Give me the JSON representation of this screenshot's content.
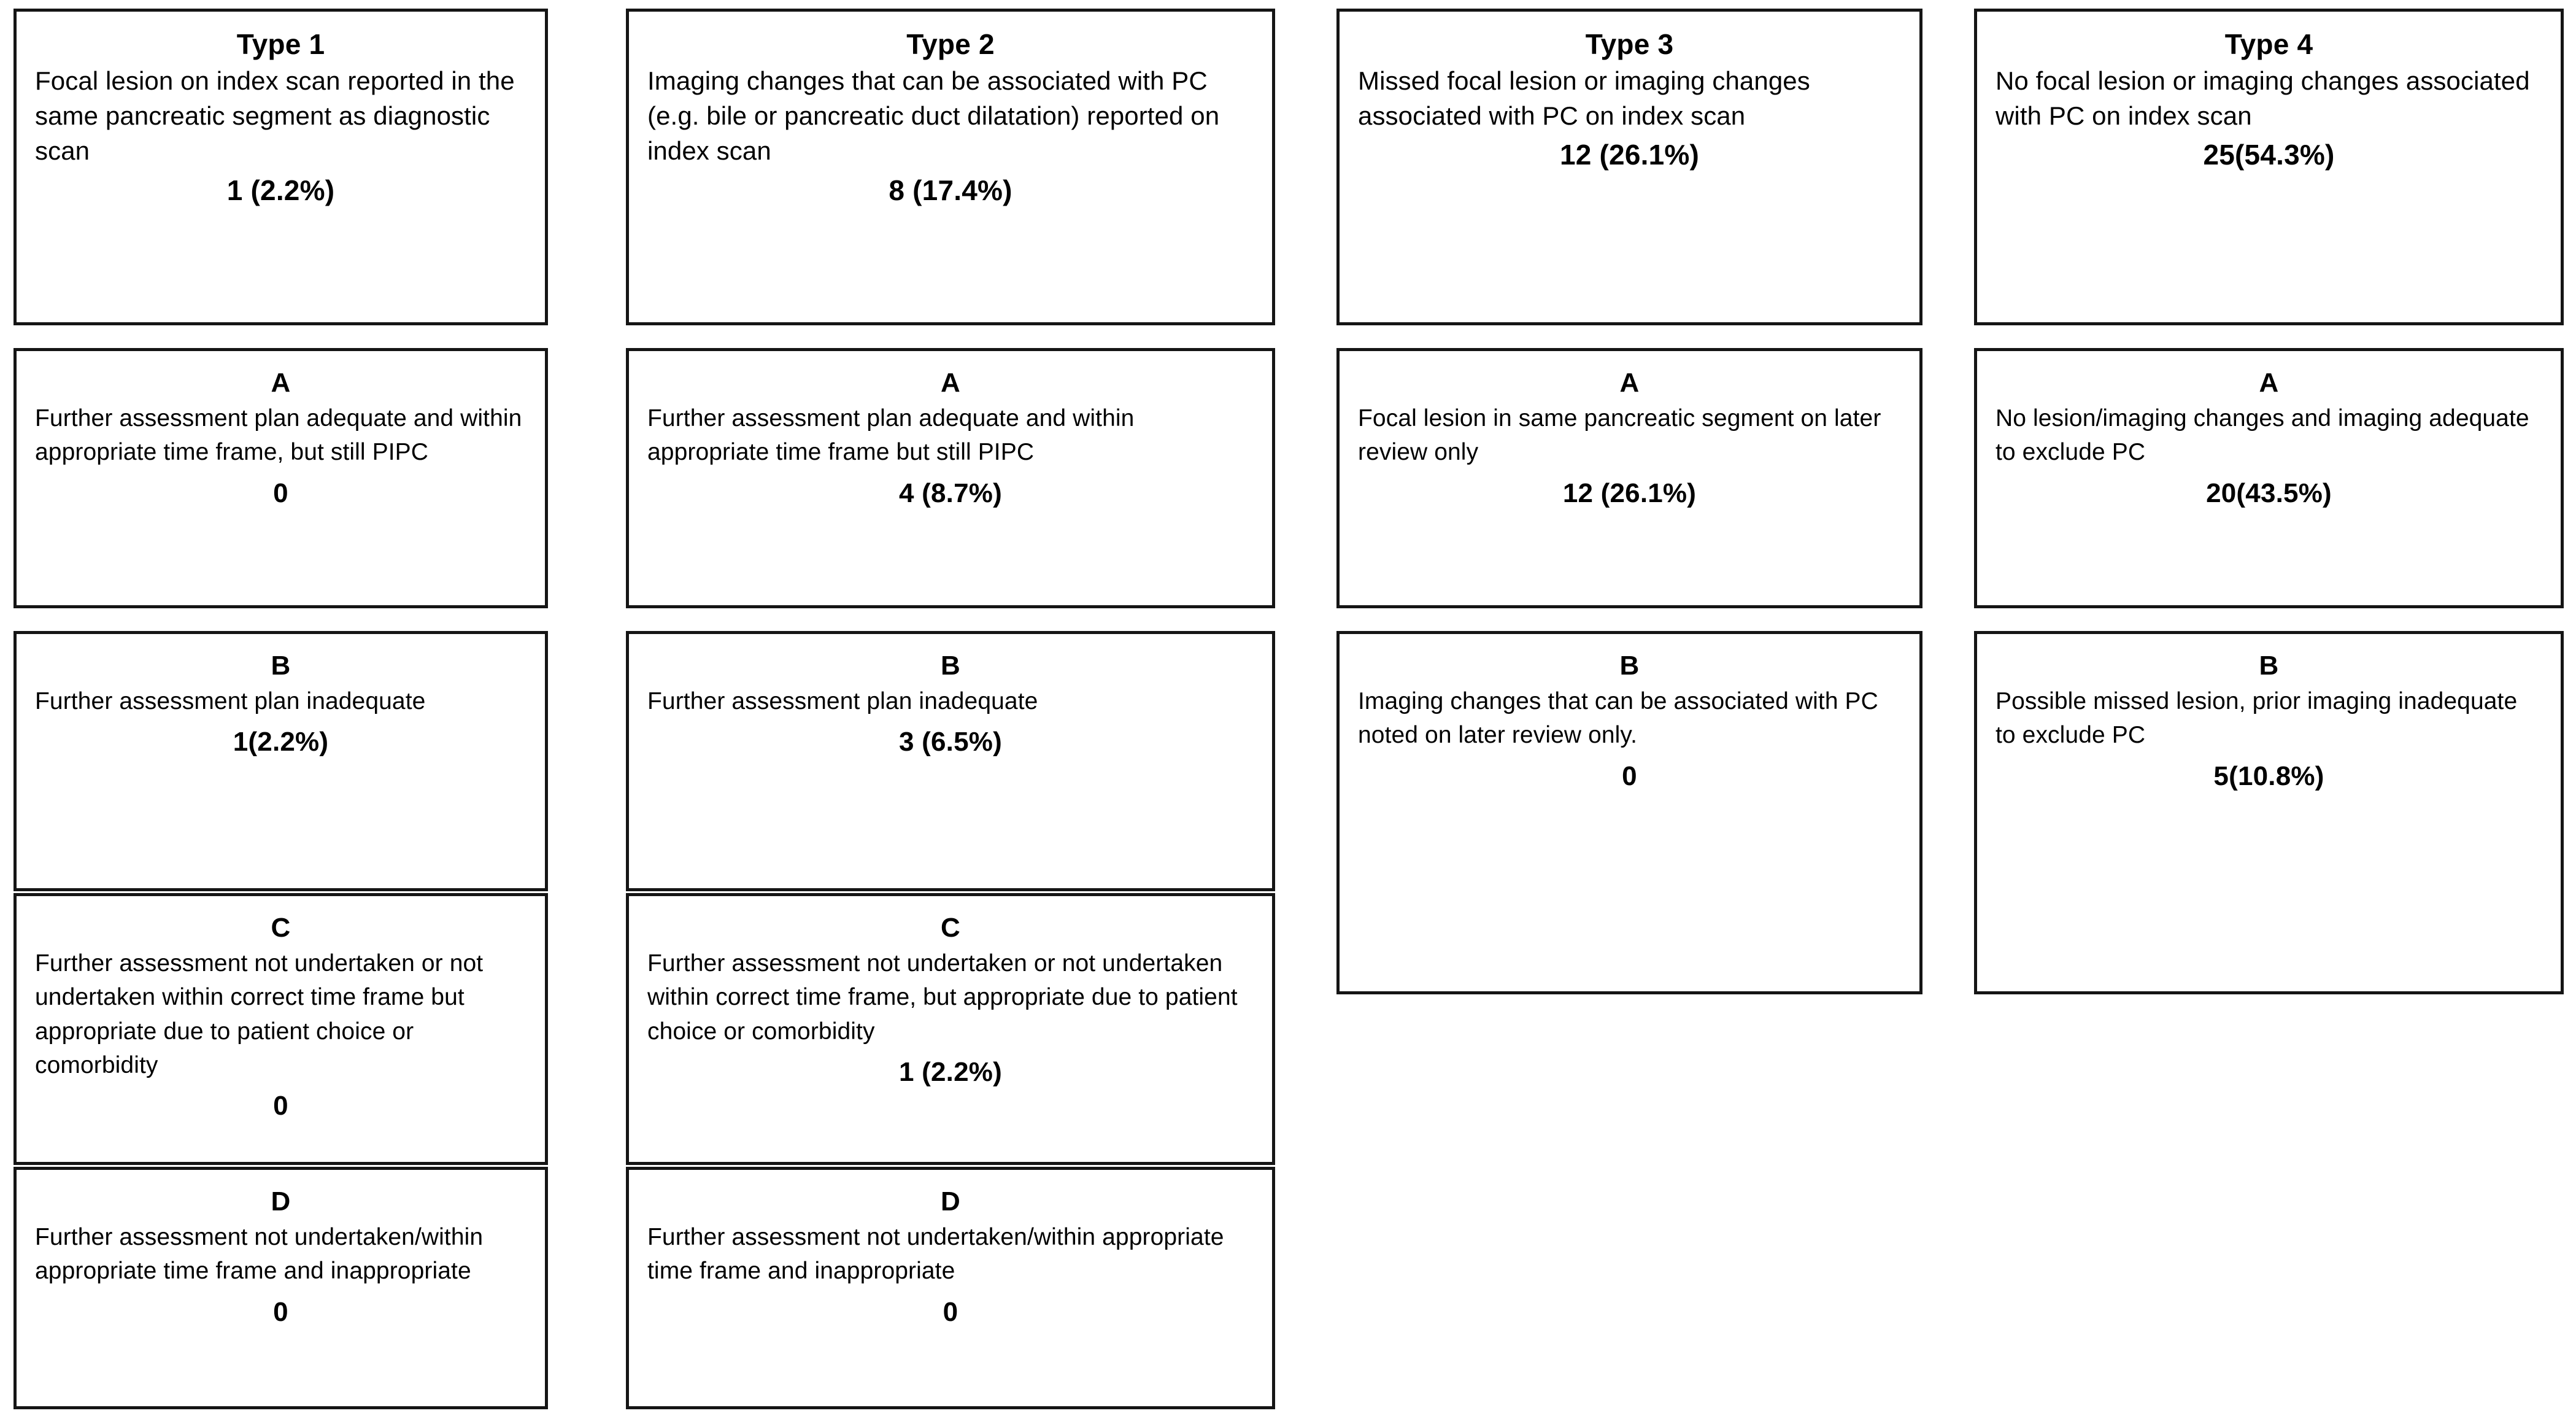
{
  "diagram": {
    "kind": "classification-matrix",
    "columns": [
      {
        "key": "type1",
        "header": {
          "title": "Type 1",
          "description": "Focal lesion on index scan reported in the same pancreatic segment as diagnostic scan",
          "count": "1 (2.2%)"
        },
        "subcategories": [
          {
            "label": "A",
            "description": "Further assessment plan adequate and within appropriate time frame, but still PIPC",
            "count": "0"
          },
          {
            "label": "B",
            "description": "Further assessment plan inadequate",
            "count": "1(2.2%)"
          },
          {
            "label": "C",
            "description": "Further assessment not undertaken or not undertaken within correct time frame but appropriate due to patient choice or comorbidity",
            "count": "0"
          },
          {
            "label": "D",
            "description": "Further assessment not undertaken/within appropriate time frame and inappropriate",
            "count": "0"
          }
        ]
      },
      {
        "key": "type2",
        "header": {
          "title": "Type 2",
          "description": "Imaging changes that can be associated with PC (e.g. bile or pancreatic duct dilatation) reported on index scan",
          "count": "8 (17.4%)"
        },
        "subcategories": [
          {
            "label": "A",
            "description": "Further assessment plan adequate and within appropriate time frame but still PIPC",
            "count": "4 (8.7%)"
          },
          {
            "label": "B",
            "description": "Further assessment plan inadequate",
            "count": "3 (6.5%)"
          },
          {
            "label": "C",
            "description": "Further assessment not undertaken or not undertaken within correct time frame, but appropriate due to patient choice or comorbidity",
            "count": "1 (2.2%)"
          },
          {
            "label": "D",
            "description": "Further assessment not undertaken/within appropriate time frame and inappropriate",
            "count": "0"
          }
        ]
      },
      {
        "key": "type3",
        "header": {
          "title": "Type 3",
          "description": "Missed focal lesion or imaging changes associated with PC on index scan",
          "count": "12 (26.1%)"
        },
        "subcategories": [
          {
            "label": "A",
            "description": "Focal lesion in same pancreatic segment on later review only",
            "count": "12 (26.1%)"
          },
          {
            "label": "B",
            "description": "Imaging changes that can be associated with PC  noted on later review only.",
            "count": "0"
          }
        ]
      },
      {
        "key": "type4",
        "header": {
          "title": "Type 4",
          "description": "No focal lesion or imaging changes associated with PC on index scan",
          "count": "25(54.3%)"
        },
        "subcategories": [
          {
            "label": "A",
            "description": "No lesion/imaging changes and imaging adequate to exclude PC",
            "count": "20(43.5%)"
          },
          {
            "label": "B",
            "description": "Possible missed lesion, prior imaging inadequate to exclude PC",
            "count": "5(10.8%)"
          }
        ]
      }
    ],
    "style": {
      "border_color": "#151515",
      "background": "#ffffff",
      "text_color": "#000000"
    }
  }
}
